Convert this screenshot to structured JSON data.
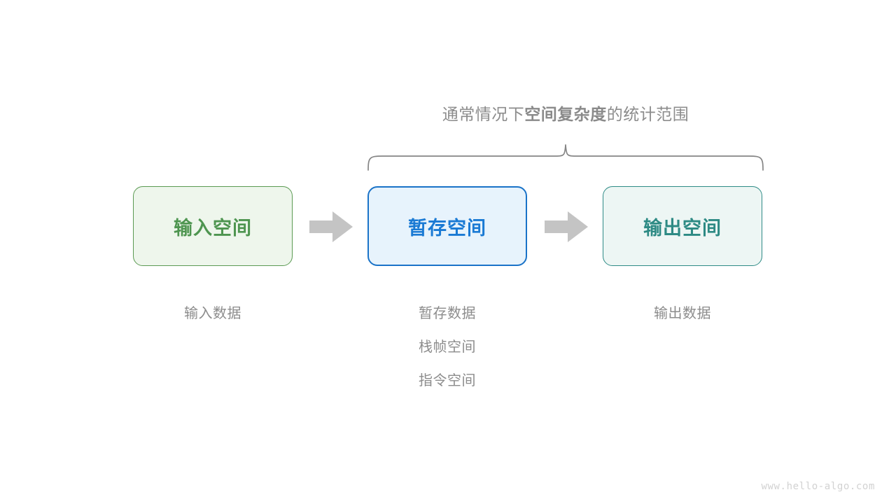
{
  "diagram": {
    "brace_caption": {
      "prefix": "通常情况下",
      "emphasis": "空间复杂度",
      "suffix": "的统计范围"
    },
    "stages": [
      {
        "id": "input",
        "box_label": "输入空间",
        "border_color": "#5b9a52",
        "fill_color": "#eef6ec",
        "text_color": "#4e9550",
        "captions": [
          "输入数据"
        ]
      },
      {
        "id": "temp",
        "box_label": "暂存空间",
        "border_color": "#1a73c8",
        "fill_color": "#e7f3fc",
        "text_color": "#1a7ad4",
        "captions": [
          "暂存数据",
          "栈帧空间",
          "指令空间"
        ]
      },
      {
        "id": "output",
        "box_label": "输出空间",
        "border_color": "#2e8b86",
        "fill_color": "#edf6f4",
        "text_color": "#2d8a84",
        "captions": [
          "输出数据"
        ]
      }
    ],
    "arrow_color": "#c4c4c4",
    "brace_color": "#858585",
    "caption_color": "#8c8c8c"
  },
  "watermark": "www.hello-algo.com"
}
